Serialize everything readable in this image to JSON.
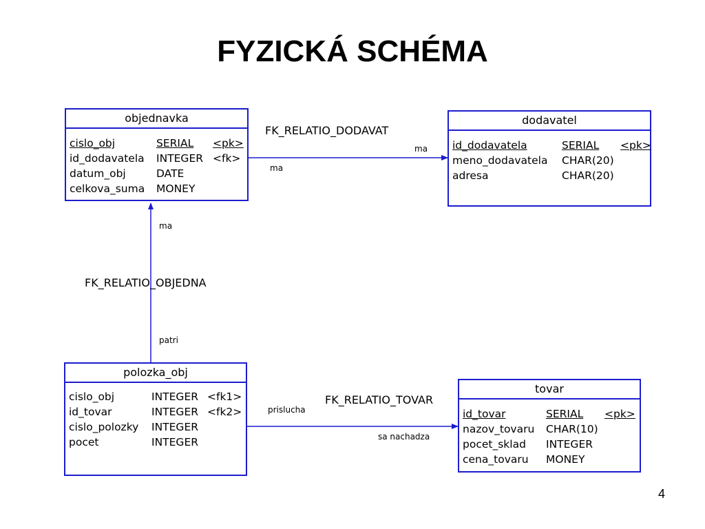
{
  "title": "FYZICKÁ SCHÉMA",
  "page_number": "4",
  "colors": {
    "entity_border": "#1c1ccf",
    "line": "#1c1ccf"
  },
  "entities": {
    "objednavka": {
      "name": "objednavka",
      "attributes": [
        {
          "name": "cislo_obj",
          "type": "SERIAL",
          "key": "<pk>"
        },
        {
          "name": "id_dodavatela",
          "type": "INTEGER",
          "key": "<fk>"
        },
        {
          "name": "datum_obj",
          "type": "DATE",
          "key": ""
        },
        {
          "name": "celkova_suma",
          "type": "MONEY",
          "key": ""
        }
      ]
    },
    "dodavatel": {
      "name": "dodavatel",
      "attributes": [
        {
          "name": "id_dodavatela",
          "type": "SERIAL",
          "key": "<pk>"
        },
        {
          "name": "meno_dodavatela",
          "type": "CHAR(20)",
          "key": ""
        },
        {
          "name": "adresa",
          "type": "CHAR(20)",
          "key": ""
        }
      ]
    },
    "polozka_obj": {
      "name": "polozka_obj",
      "attributes": [
        {
          "name": "cislo_obj",
          "type": "INTEGER",
          "key": "<fk1>"
        },
        {
          "name": "id_tovar",
          "type": "INTEGER",
          "key": "<fk2>"
        },
        {
          "name": "cislo_polozky",
          "type": "INTEGER",
          "key": ""
        },
        {
          "name": "pocet",
          "type": "INTEGER",
          "key": ""
        }
      ]
    },
    "tovar": {
      "name": "tovar",
      "attributes": [
        {
          "name": "id_tovar",
          "type": "SERIAL",
          "key": "<pk>"
        },
        {
          "name": "nazov_tovaru",
          "type": "CHAR(10)",
          "key": ""
        },
        {
          "name": "pocet_sklad",
          "type": "INTEGER",
          "key": ""
        },
        {
          "name": "cena_tovaru",
          "type": "MONEY",
          "key": ""
        }
      ]
    }
  },
  "relationships": {
    "dodavat": {
      "name": "FK_RELATIO_DODAVAT",
      "role_source": "ma",
      "role_target": "ma"
    },
    "objedna": {
      "name": "FK_RELATIO_OBJEDNA",
      "role_source": "patri",
      "role_target": "ma"
    },
    "tovar": {
      "name": "FK_RELATIO_TOVAR",
      "role_source": "prislucha",
      "role_target": "sa nachadza"
    }
  }
}
